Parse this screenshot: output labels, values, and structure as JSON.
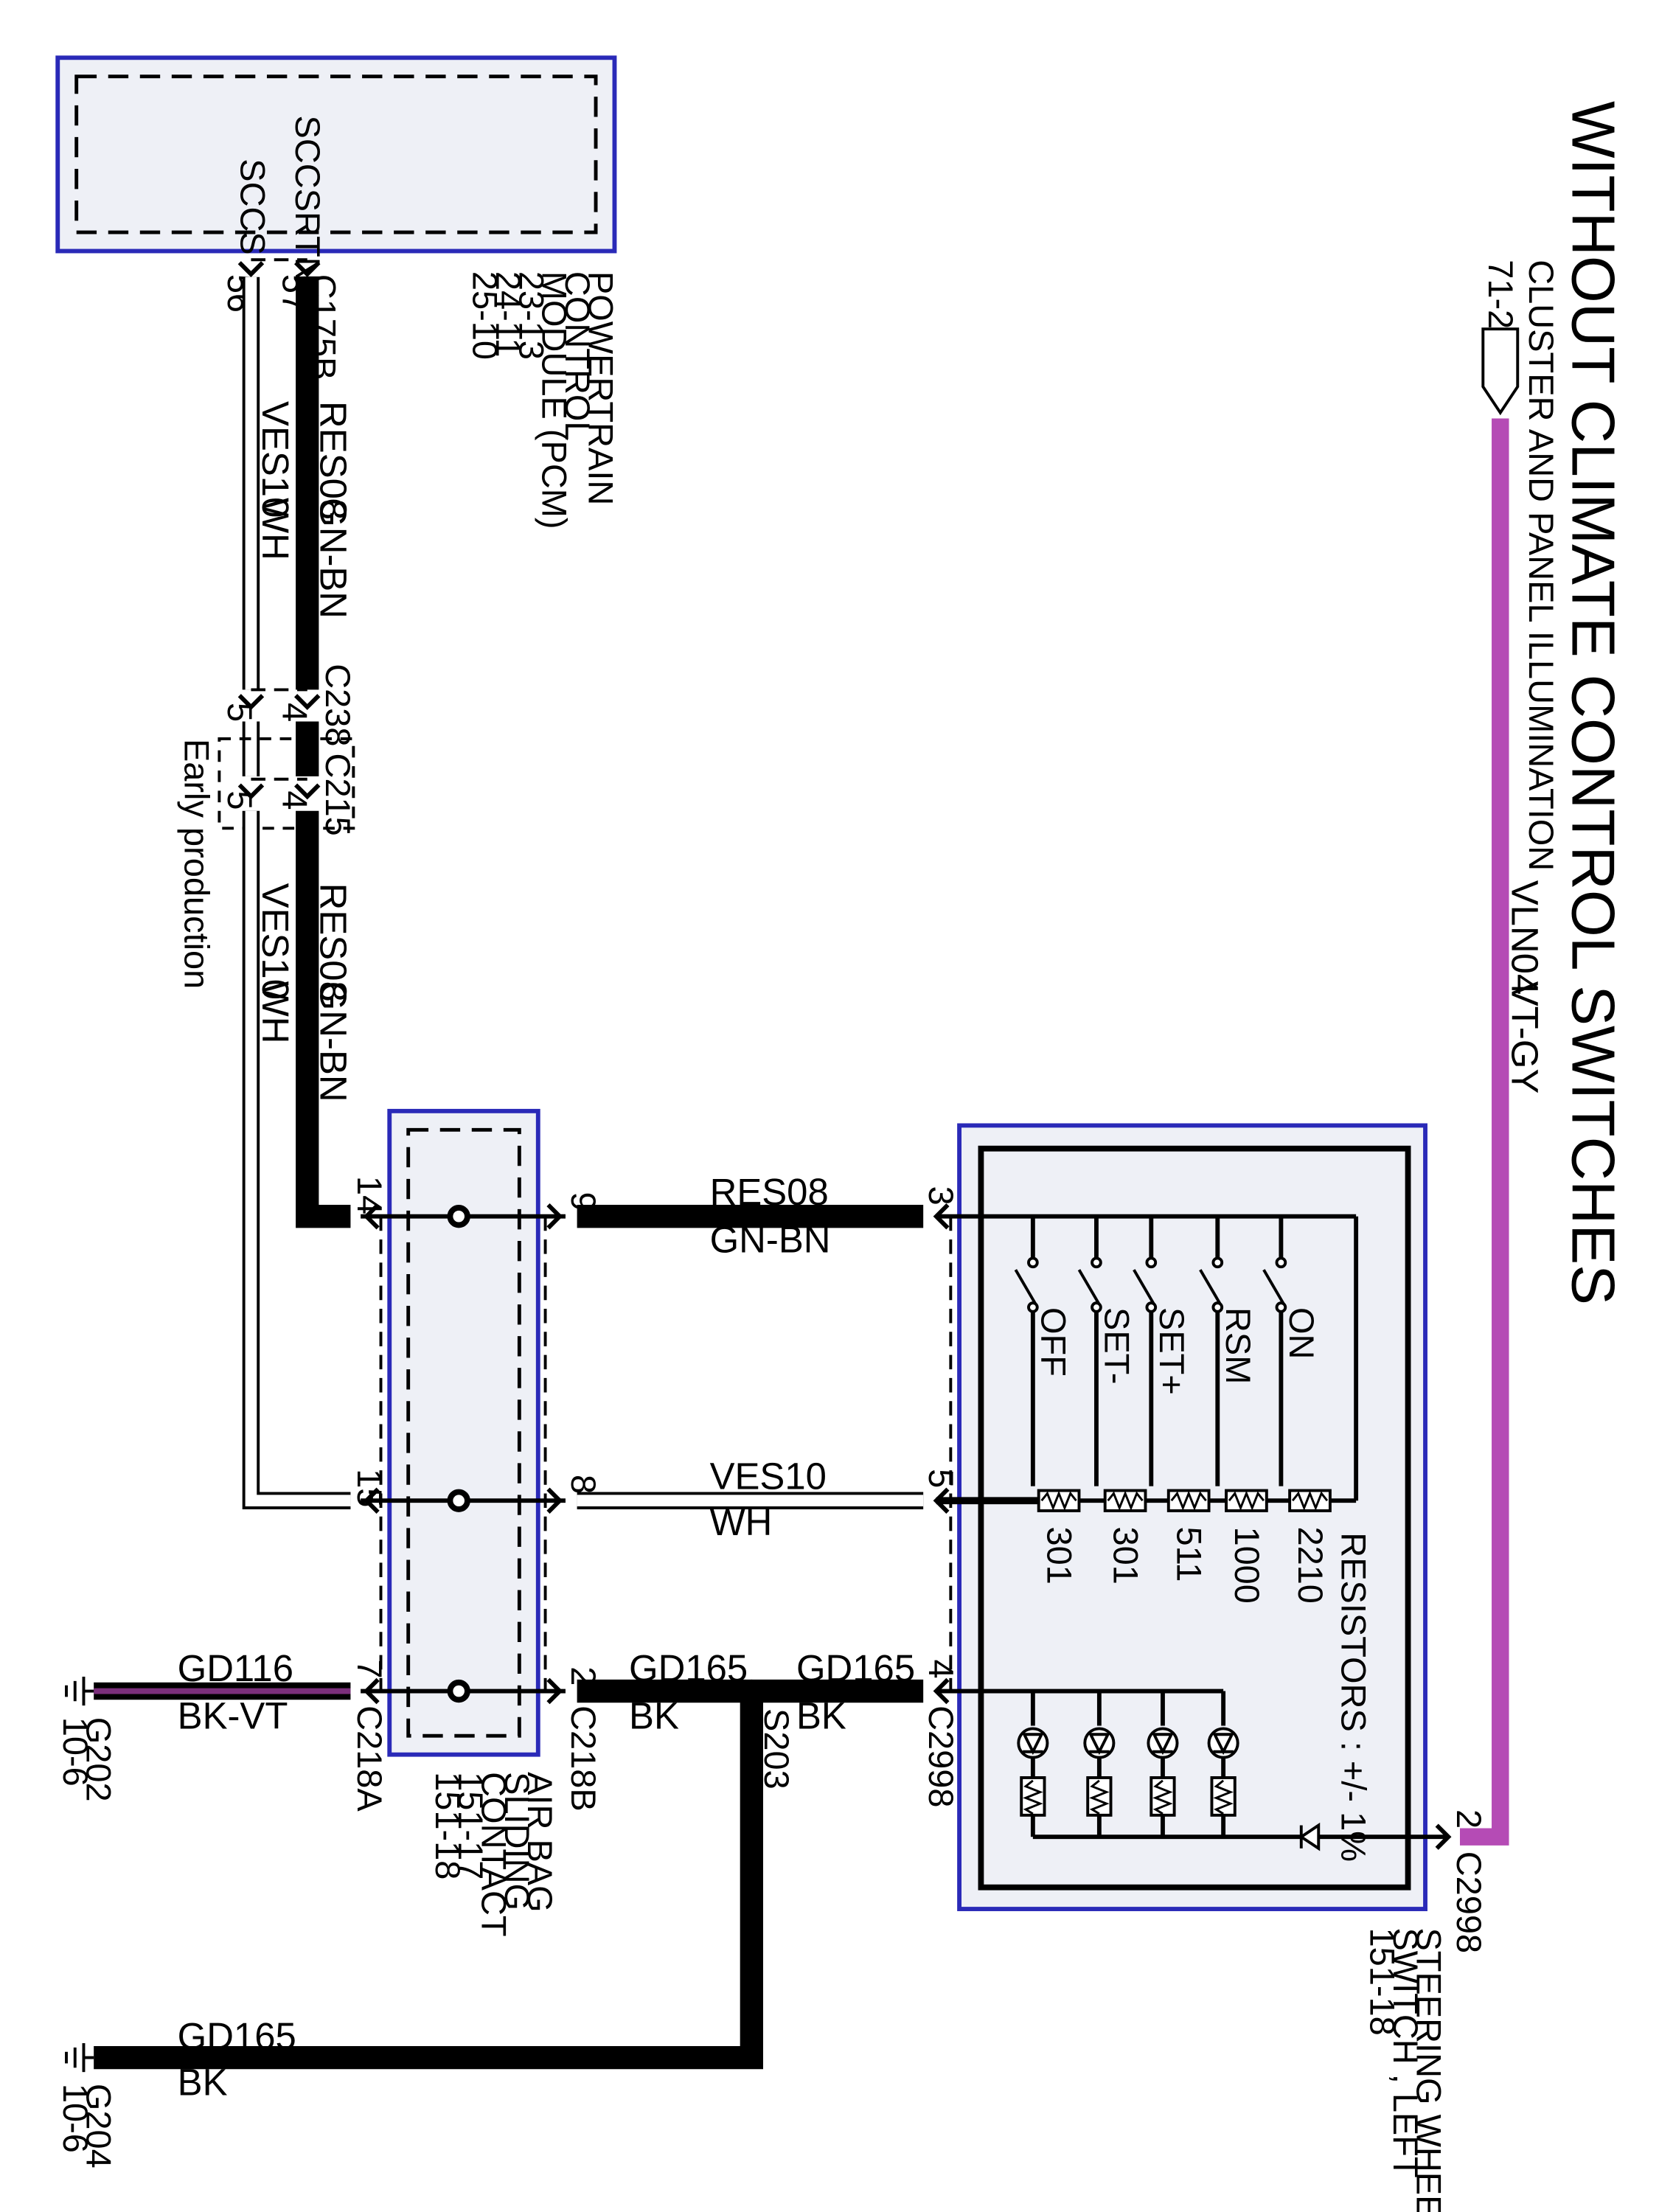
{
  "title": "WITHOUT CLIMATE CONTROL SWITCHES",
  "pcm": {
    "pin_labels": [
      "SCCSRTN",
      "SCCS"
    ],
    "lines": [
      "POWERTRAIN",
      "CONTROL",
      "MODULE (PCM)",
      "23-13",
      "24-11",
      "25-10"
    ],
    "connector": "C175B",
    "pins": [
      "57",
      "56"
    ]
  },
  "illumination": {
    "label": "CLUSTER AND PANEL ILLUMINATION",
    "ref": "71-2",
    "circuit": "VLN04",
    "color": "VT-GY"
  },
  "wires_upper": {
    "res_circuit": "RES08",
    "res_color": "GN-BN",
    "ves_circuit": "VES10",
    "ves_color": "WH"
  },
  "c238": {
    "label": "C238",
    "pin_a": "4",
    "pin_b": "5"
  },
  "c215": {
    "label": "C215",
    "pin_a": "4",
    "pin_b": "5",
    "note": "Early production"
  },
  "wires_lower": {
    "res_circuit": "RES08",
    "res_color": "GN-BN",
    "ves_circuit": "VES10",
    "ves_color": "WH"
  },
  "airbag": {
    "lines": [
      "AIR BAG",
      "SLIDING",
      "CONTACT",
      "151-17",
      "151-18"
    ],
    "left_pins": [
      "14",
      "15",
      "7"
    ],
    "right_pins": [
      "9",
      "8",
      "2"
    ],
    "conn_left": "C218A",
    "conn_right": "C218B"
  },
  "mid_wires": {
    "res_circuit": "RES08",
    "res_color": "GN-BN",
    "ves_circuit": "VES10",
    "ves_color": "WH",
    "gd_circuit": "GD165",
    "gd_color": "BK"
  },
  "splice": {
    "label": "S203",
    "circuit": "GD165",
    "color": "BK"
  },
  "ground_g202": {
    "circuit": "GD116",
    "color": "BK-VT",
    "label": "G202",
    "ref": "10-6"
  },
  "ground_g204": {
    "circuit": "GD165",
    "color": "BK",
    "label": "G204",
    "ref": "10-6"
  },
  "switch": {
    "lines": [
      "STEERING WHEEL",
      "SWITCH , LEFT",
      "151-18"
    ],
    "connector": "C2998",
    "pins": [
      "3",
      "5",
      "4",
      "2"
    ],
    "switch_labels": [
      "OFF",
      "SET-",
      "SET+",
      "RSM",
      "ON"
    ],
    "resistor_values": [
      "301",
      "301",
      "511",
      "1000",
      "2210"
    ],
    "resistors_note": "RESISTORS : +/- 1%"
  }
}
